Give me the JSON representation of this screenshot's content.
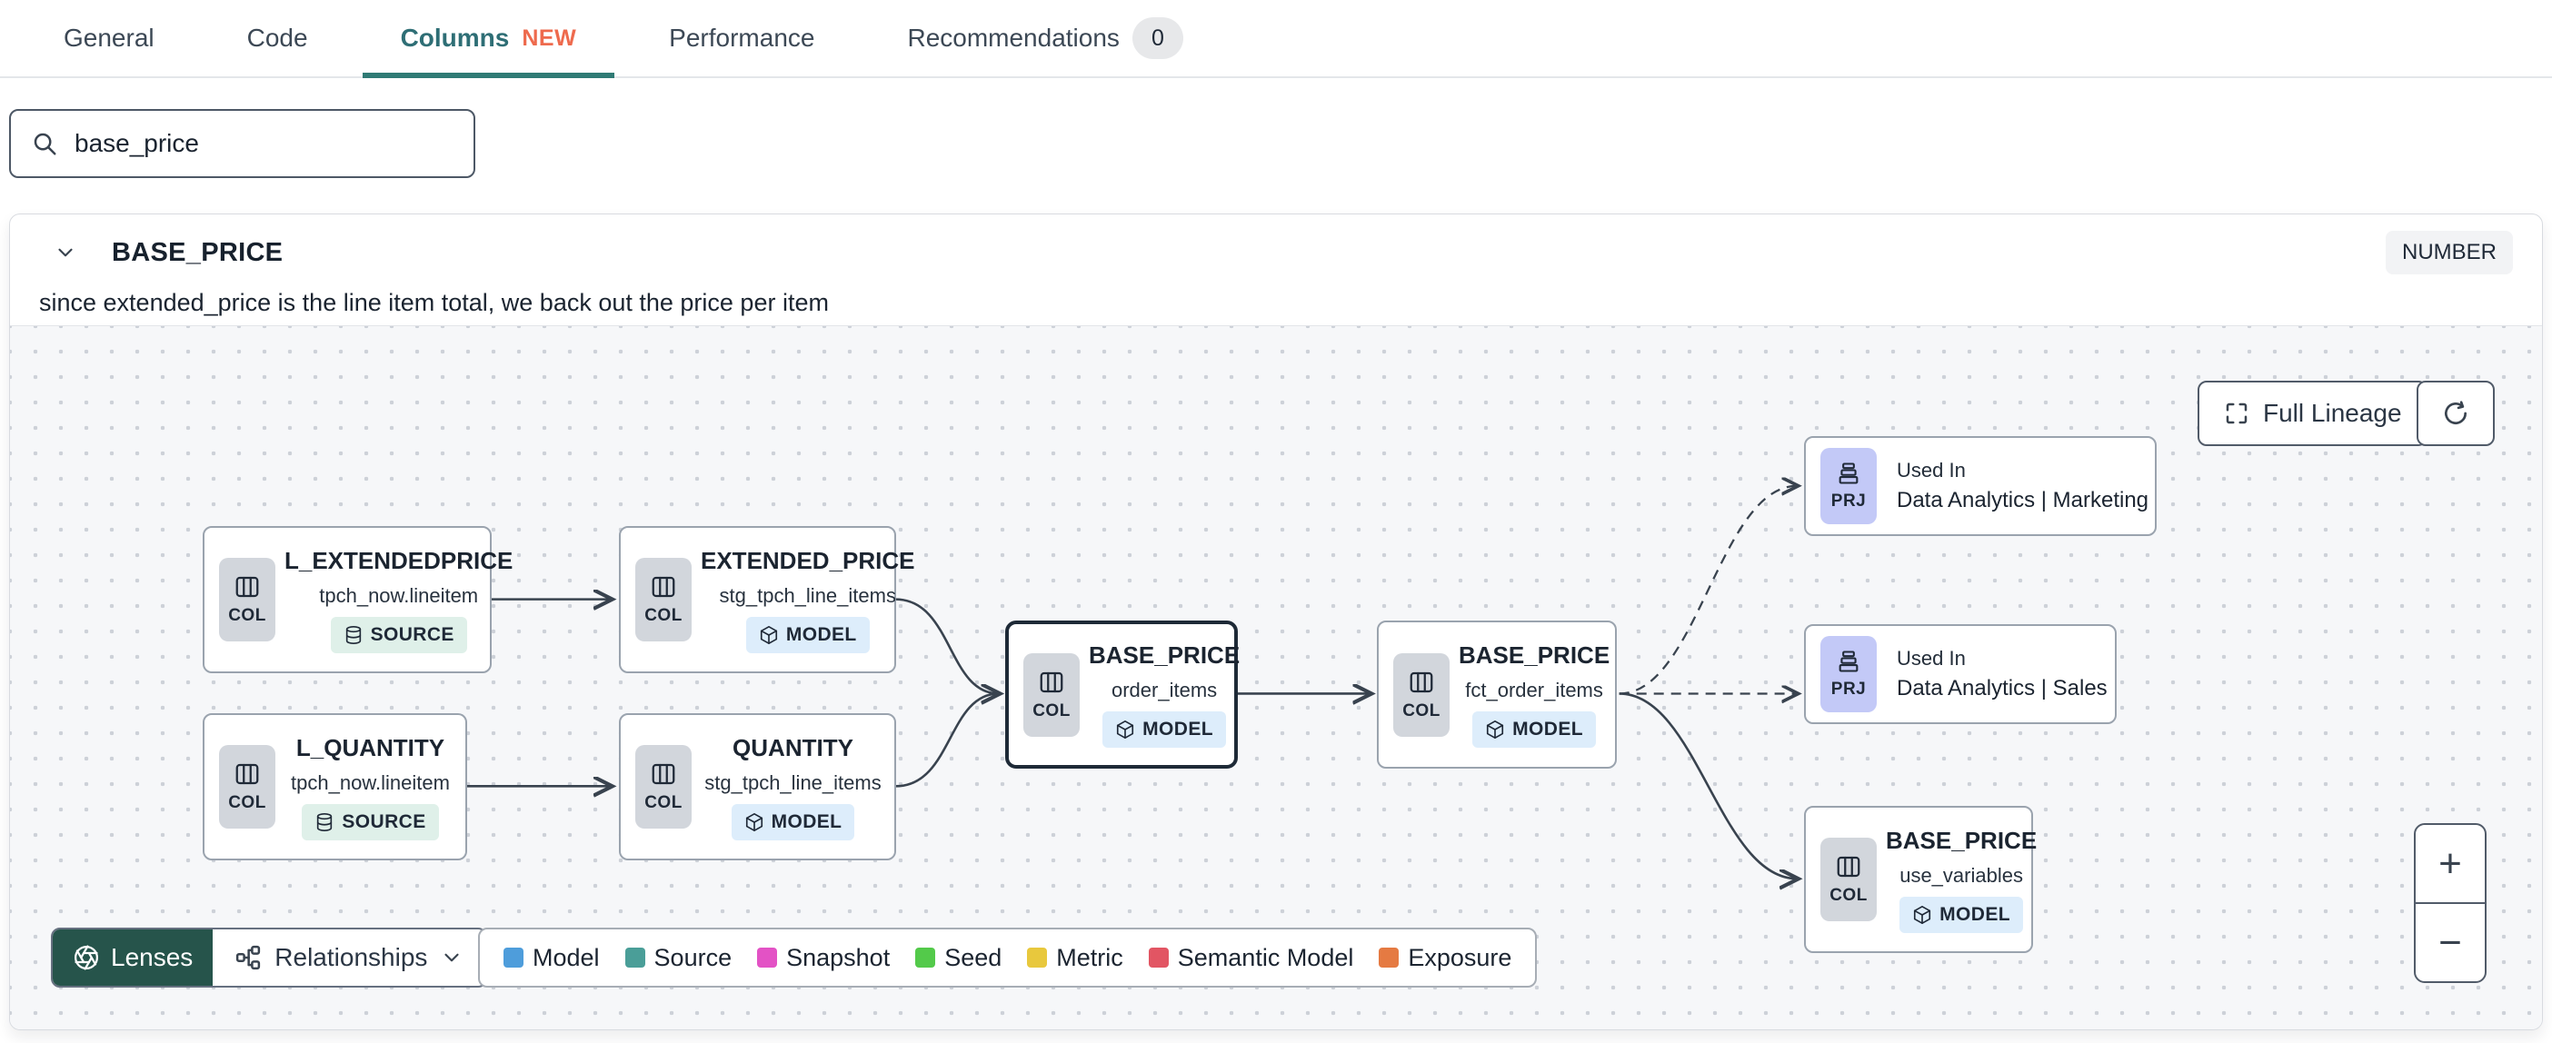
{
  "tabs": {
    "items": [
      {
        "label": "General"
      },
      {
        "label": "Code"
      },
      {
        "label": "Columns",
        "badge": "NEW"
      },
      {
        "label": "Performance"
      },
      {
        "label": "Recommendations",
        "count": "0"
      }
    ]
  },
  "search": {
    "value": "base_price"
  },
  "column_panel": {
    "title": "BASE_PRICE",
    "type_badge": "NUMBER",
    "description": "since extended_price is the line item total, we back out the price per item"
  },
  "lineage": {
    "full_lineage_label": "Full Lineage",
    "zoom_in_label": "+",
    "zoom_out_label": "−",
    "toolbar": {
      "lenses_label": "Lenses",
      "relationships_label": "Relationships"
    },
    "legend": [
      {
        "label": "Model",
        "color": "#4e9ddb"
      },
      {
        "label": "Source",
        "color": "#4a9e98"
      },
      {
        "label": "Snapshot",
        "color": "#e352c5"
      },
      {
        "label": "Seed",
        "color": "#53ca4a"
      },
      {
        "label": "Metric",
        "color": "#e8c83d"
      },
      {
        "label": "Semantic Model",
        "color": "#e25563"
      },
      {
        "label": "Exposure",
        "color": "#e57a42"
      }
    ],
    "nodes": [
      {
        "title": "L_EXTENDEDPRICE",
        "subtitle": "tpch_now.lineitem",
        "chip": "COL",
        "badge": "SOURCE"
      },
      {
        "title": "EXTENDED_PRICE",
        "subtitle": "stg_tpch_line_items",
        "chip": "COL",
        "badge": "MODEL"
      },
      {
        "title": "L_QUANTITY",
        "subtitle": "tpch_now.lineitem",
        "chip": "COL",
        "badge": "SOURCE"
      },
      {
        "title": "QUANTITY",
        "subtitle": "stg_tpch_line_items",
        "chip": "COL",
        "badge": "MODEL"
      },
      {
        "title": "BASE_PRICE",
        "subtitle": "order_items",
        "chip": "COL",
        "badge": "MODEL",
        "selected": true
      },
      {
        "title": "BASE_PRICE",
        "subtitle": "fct_order_items",
        "chip": "COL",
        "badge": "MODEL"
      },
      {
        "kicker": "Used In",
        "title": "Data Analytics | Marketing",
        "chip": "PRJ"
      },
      {
        "kicker": "Used In",
        "title": "Data Analytics | Sales",
        "chip": "PRJ"
      },
      {
        "title": "BASE_PRICE",
        "subtitle": "use_variables",
        "chip": "COL",
        "badge": "MODEL"
      }
    ]
  },
  "colors": {
    "active_tab": "#2e6e75",
    "tab_underline": "#2f7a74",
    "new_badge": "#ee6a4d",
    "lenses_bg": "#26544b",
    "edge": "#39434f"
  }
}
